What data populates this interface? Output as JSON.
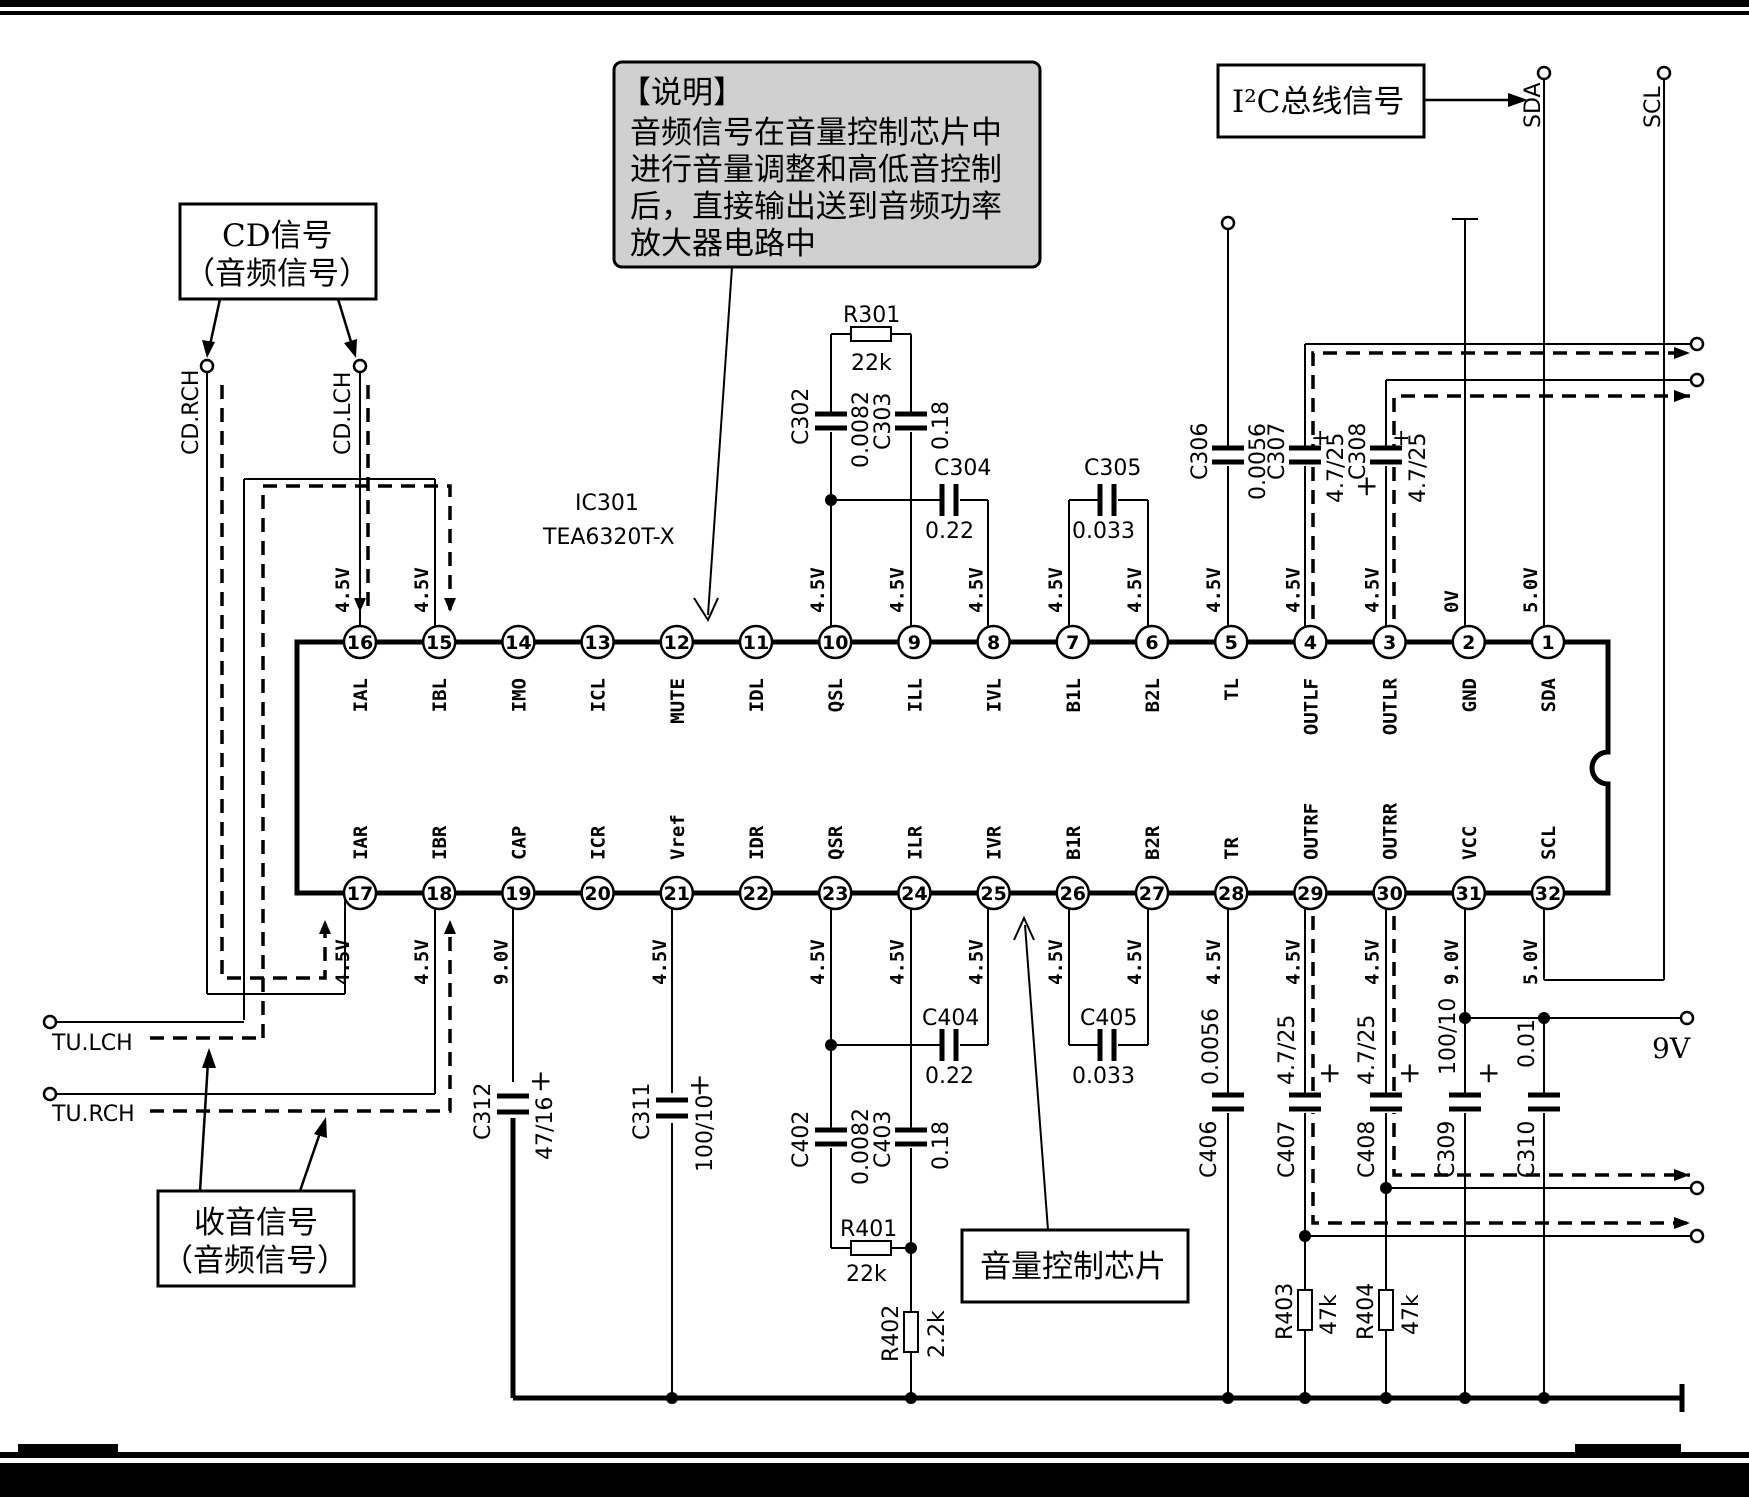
{
  "notes": {
    "explain_title": "【说明】",
    "explain_lines": [
      "音频信号在音量控制芯片中",
      "进行音量调整和高低音控制",
      "后，直接输出送到音频功率",
      "放大器电路中"
    ],
    "i2c_label": "I²C总线信号",
    "cd_signal": [
      "CD信号",
      "（音频信号）"
    ],
    "radio_signal": [
      "收音信号",
      "（音频信号）"
    ],
    "volume_chip": "音量控制芯片"
  },
  "ic": {
    "ref": "IC301",
    "part": "TEA6320T-X",
    "top_pins": [
      {
        "num": "16",
        "name": "IAL",
        "volt": "4.5V"
      },
      {
        "num": "15",
        "name": "IBL",
        "volt": "4.5V"
      },
      {
        "num": "14",
        "name": "IMO",
        "volt": ""
      },
      {
        "num": "13",
        "name": "ICL",
        "volt": ""
      },
      {
        "num": "12",
        "name": "MUTE",
        "volt": ""
      },
      {
        "num": "11",
        "name": "IDL",
        "volt": ""
      },
      {
        "num": "10",
        "name": "QSL",
        "volt": "4.5V"
      },
      {
        "num": "9",
        "name": "ILL",
        "volt": "4.5V"
      },
      {
        "num": "8",
        "name": "IVL",
        "volt": "4.5V"
      },
      {
        "num": "7",
        "name": "B1L",
        "volt": "4.5V"
      },
      {
        "num": "6",
        "name": "B2L",
        "volt": "4.5V"
      },
      {
        "num": "5",
        "name": "TL",
        "volt": "4.5V"
      },
      {
        "num": "4",
        "name": "OUTLF",
        "volt": "4.5V"
      },
      {
        "num": "3",
        "name": "OUTLR",
        "volt": "4.5V"
      },
      {
        "num": "2",
        "name": "GND",
        "volt": "0V"
      },
      {
        "num": "1",
        "name": "SDA",
        "volt": "5.0V"
      }
    ],
    "bottom_pins": [
      {
        "num": "17",
        "name": "IAR",
        "volt": "4.5V"
      },
      {
        "num": "18",
        "name": "IBR",
        "volt": "4.5V"
      },
      {
        "num": "19",
        "name": "CAP",
        "volt": "9.0V"
      },
      {
        "num": "20",
        "name": "ICR",
        "volt": ""
      },
      {
        "num": "21",
        "name": "Vref",
        "volt": "4.5V"
      },
      {
        "num": "22",
        "name": "IDR",
        "volt": ""
      },
      {
        "num": "23",
        "name": "QSR",
        "volt": "4.5V"
      },
      {
        "num": "24",
        "name": "ILR",
        "volt": "4.5V"
      },
      {
        "num": "25",
        "name": "IVR",
        "volt": "4.5V"
      },
      {
        "num": "26",
        "name": "B1R",
        "volt": "4.5V"
      },
      {
        "num": "27",
        "name": "B2R",
        "volt": "4.5V"
      },
      {
        "num": "28",
        "name": "TR",
        "volt": "4.5V"
      },
      {
        "num": "29",
        "name": "OUTRF",
        "volt": "4.5V"
      },
      {
        "num": "30",
        "name": "OUTRR",
        "volt": "4.5V"
      },
      {
        "num": "31",
        "name": "VCC",
        "volt": "9.0V"
      },
      {
        "num": "32",
        "name": "SCL",
        "volt": "5.0V"
      }
    ]
  },
  "terminals": {
    "cd_rch": "CD.RCH",
    "cd_lch": "CD.LCH",
    "tu_lch": "TU.LCH",
    "tu_rch": "TU.RCH",
    "sda": "SDA",
    "scl": "SCL",
    "vcc": "9V"
  },
  "components": {
    "r301": {
      "ref": "R301",
      "value": "22k"
    },
    "c302": {
      "ref": "C302",
      "value": "0.0082"
    },
    "c303": {
      "ref": "C303",
      "value": "0.18"
    },
    "c304": {
      "ref": "C304",
      "value": "0.22"
    },
    "c305": {
      "ref": "C305",
      "value": "0.033"
    },
    "c306": {
      "ref": "C306",
      "value": "0.0056"
    },
    "c307": {
      "ref": "C307",
      "value": "4.7/25"
    },
    "c308": {
      "ref": "C308",
      "value": "4.7/25"
    },
    "c312": {
      "ref": "C312",
      "value": "47/16"
    },
    "c311": {
      "ref": "C311",
      "value": "100/10"
    },
    "c402": {
      "ref": "C402",
      "value": "0.0082"
    },
    "c403": {
      "ref": "C403",
      "value": "0.18"
    },
    "c404": {
      "ref": "C404",
      "value": "0.22"
    },
    "c405": {
      "ref": "C405",
      "value": "0.033"
    },
    "r401": {
      "ref": "R401",
      "value": "22k"
    },
    "r402": {
      "ref": "R402",
      "value": "2.2k"
    },
    "c406": {
      "ref": "C406",
      "value": "0.0056"
    },
    "c407": {
      "ref": "C407",
      "value": "4.7/25"
    },
    "c408": {
      "ref": "C408",
      "value": "4.7/25"
    },
    "c309": {
      "ref": "C309",
      "value": "100/10"
    },
    "c310": {
      "ref": "C310",
      "value": "0.01"
    },
    "r403": {
      "ref": "R403",
      "value": "47k"
    },
    "r404": {
      "ref": "R404",
      "value": "47k"
    }
  },
  "polarity_mark": "+"
}
